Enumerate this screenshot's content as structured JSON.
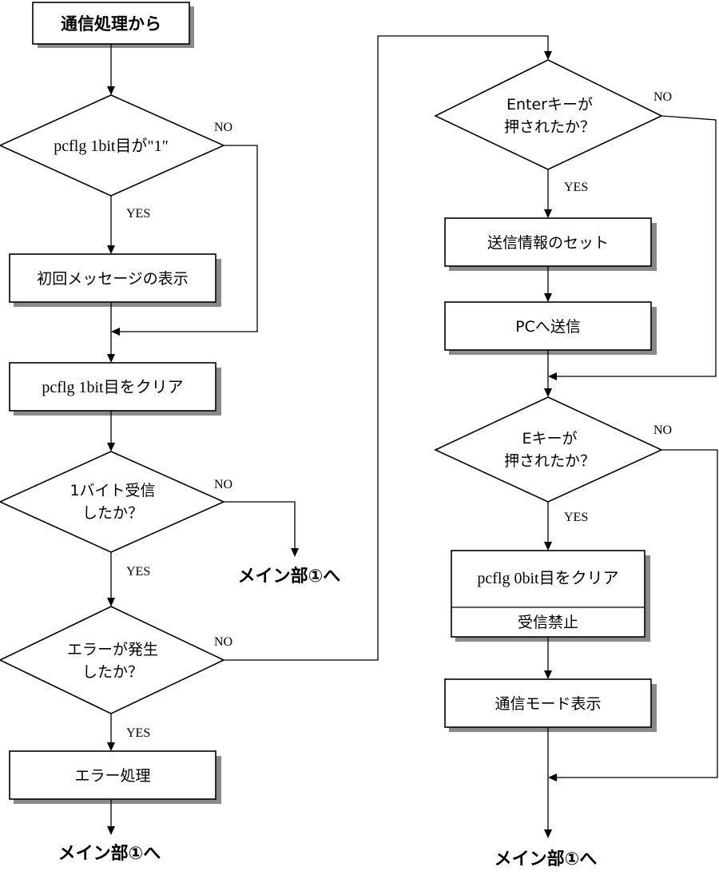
{
  "start": "通信処理から",
  "d1": "pcflg 1bit目が\"1\"",
  "p1": "初回メッセージの表示",
  "p2": "pcflg 1bit目をクリア",
  "d2": [
    "1バイト受信",
    "したか？"
  ],
  "d3": [
    "エラーが発生",
    "したか？"
  ],
  "p3": "エラー処理",
  "d4": [
    "Enterキーが",
    "押されたか？"
  ],
  "p4": "送信情報のセット",
  "p5": "PCへ送信",
  "d5": [
    "Eキーが",
    "押されたか？"
  ],
  "p6": [
    "pcflg 0bit目をクリア",
    "受信禁止"
  ],
  "p7": "通信モード表示",
  "to_main": "メイン部①へ",
  "yes": "YES",
  "no": "NO"
}
